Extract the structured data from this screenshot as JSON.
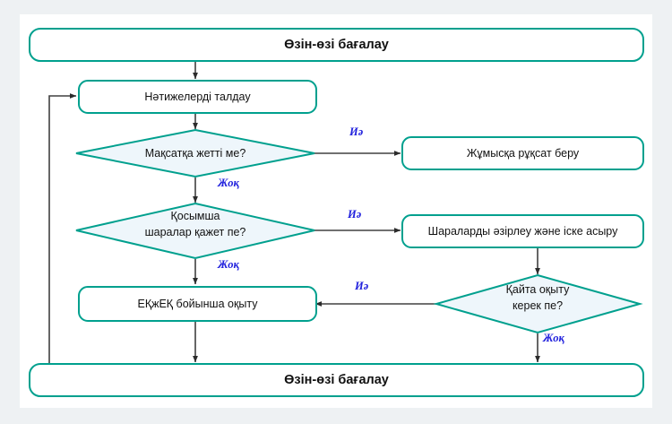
{
  "theme": {
    "page_background": "#eef1f3",
    "canvas_background": "#ffffff",
    "shape_stroke": "#00a08e",
    "decision_fill": "#eef6fb",
    "process_fill": "#ffffff",
    "connector_stroke": "#404040",
    "label_color": "#2222dd",
    "text_color": "#111111"
  },
  "flowchart": {
    "title": "Өзін-өзі бағалау",
    "nodes": {
      "start_terminal": {
        "type": "terminal",
        "text": "Өзін-өзі бағалау"
      },
      "analyze_results": {
        "type": "process",
        "text": "Нәтижелерді талдау"
      },
      "goal_reached": {
        "type": "decision",
        "line1": "Мақсатқа жетті ме?",
        "line2": ""
      },
      "allow_work": {
        "type": "process",
        "text": "Жұмысқа рұқсат беру"
      },
      "extra_measures": {
        "type": "decision",
        "line1": "Қосымша",
        "line2": "шаралар қажет пе?"
      },
      "develop_measures": {
        "type": "process",
        "text": "Шараларды әзірлеу және іске асыру"
      },
      "ohs_training": {
        "type": "process",
        "text": "ЕҚжЕҚ бойынша оқыту"
      },
      "retrain_needed": {
        "type": "decision",
        "line1": "Қайта оқыту",
        "line2": "керек пе?"
      },
      "end_terminal": {
        "type": "terminal",
        "text": "Өзін-өзі бағалау"
      }
    },
    "edge_labels": {
      "goal_yes": "Иә",
      "goal_no": "Жоқ",
      "measures_yes": "Иә",
      "measures_no": "Жоқ",
      "retrain_yes": "Иә",
      "retrain_no": "Жоқ"
    }
  }
}
